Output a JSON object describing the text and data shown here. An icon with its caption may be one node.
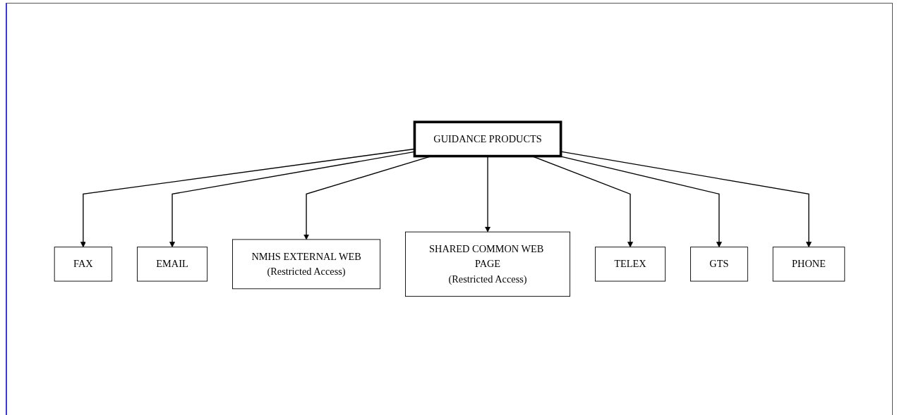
{
  "diagram": {
    "nodes": [
      {
        "text": [
          "GUIDANCE PRODUCTS"
        ]
      },
      {
        "text": [
          "FAX"
        ]
      },
      {
        "text": [
          "EMAIL"
        ]
      },
      {
        "text": [
          "NMHS EXTERNAL WEB",
          "(Restricted Access)"
        ]
      },
      {
        "text": [
          "SHARED COMMON WEB PAGE",
          "(Restricted Access)"
        ]
      },
      {
        "text": [
          "TELEX"
        ]
      },
      {
        "text": [
          "GTS"
        ]
      },
      {
        "text": [
          "PHONE"
        ]
      }
    ],
    "edges": [
      {
        "from": 0,
        "to": 1,
        "arrow": "to"
      },
      {
        "from": 0,
        "to": 2,
        "arrow": "to"
      },
      {
        "from": 0,
        "to": 3,
        "arrow": "to"
      },
      {
        "from": 0,
        "to": 4,
        "arrow": "to"
      },
      {
        "from": 0,
        "to": 5,
        "arrow": "to"
      },
      {
        "from": 0,
        "to": 6,
        "arrow": "to"
      },
      {
        "from": 0,
        "to": 7,
        "arrow": "to"
      }
    ]
  }
}
